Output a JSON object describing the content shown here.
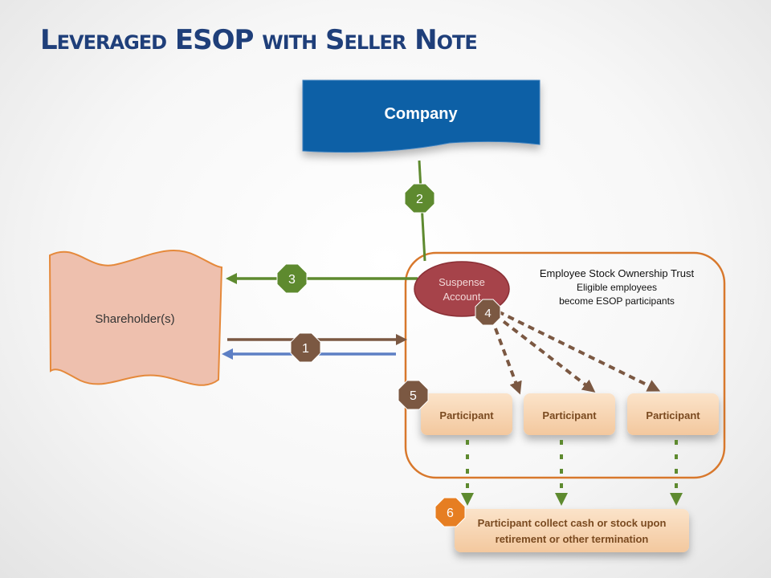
{
  "title": "Leveraged ESOP with Seller Note",
  "nodes": {
    "company": "Company",
    "shareholder": "Shareholder(s)",
    "suspense_line1": "Suspense",
    "suspense_line2": "Account",
    "trust_line1": "Employee Stock Ownership Trust",
    "trust_line2": "Eligible employees",
    "trust_line3": "become ESOP participants",
    "participants": [
      "Participant",
      "Participant",
      "Participant"
    ],
    "outcome_line1": "Participant collect cash or stock upon",
    "outcome_line2": "retirement or other termination"
  },
  "steps": [
    "1",
    "2",
    "3",
    "4",
    "5",
    "6"
  ],
  "colors": {
    "title": "#1f3f7a",
    "company_fill": "#0e61a6",
    "shareholder_fill": "#eec0ae",
    "shareholder_stroke": "#e5893b",
    "trust_border": "#d8782c",
    "suspense_fill": "#a6434a",
    "participant_fill": "#f7d7b7",
    "green_arrow": "#5e8a2f",
    "brown_arrow": "#7b5842",
    "blue_arrow": "#5d7fc4",
    "badge_orange": "#e67e22"
  }
}
